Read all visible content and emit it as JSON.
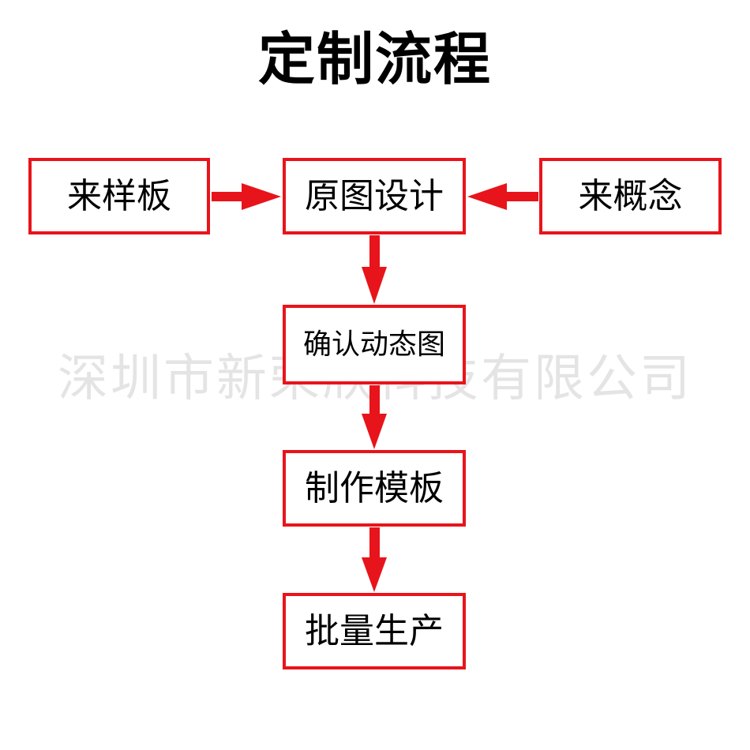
{
  "title": "定制流程",
  "watermark": "深圳市新荣欣科技有限公司",
  "colors": {
    "accent": "#e8141b",
    "text": "#000000",
    "background": "#ffffff"
  },
  "nodes": {
    "sample": "来样板",
    "design": "原图设计",
    "concept": "来概念",
    "confirm": "确认动态图",
    "template": "制作模板",
    "mass": "批量生产"
  }
}
